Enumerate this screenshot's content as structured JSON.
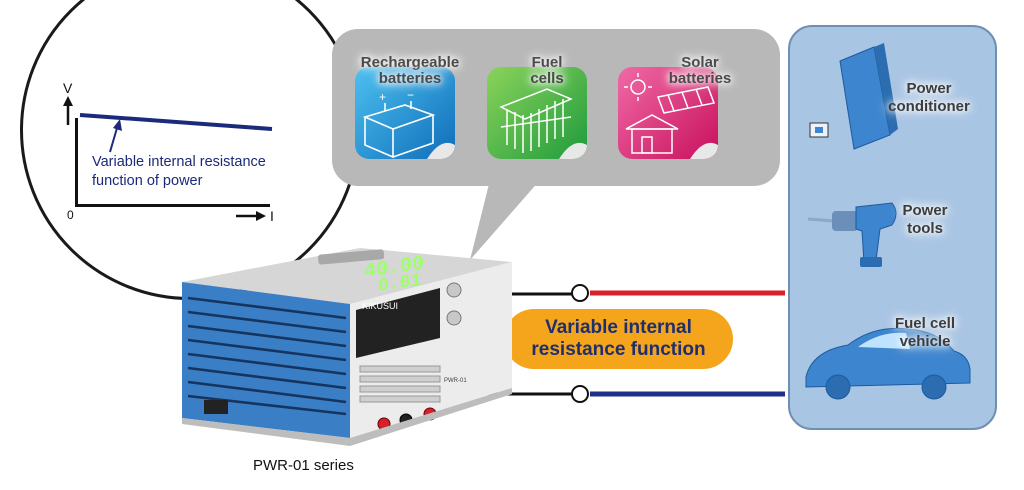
{
  "graph": {
    "y_axis_label": "V",
    "x_axis_label": "I",
    "origin_label": "0",
    "note_line1": "Variable internal resistance",
    "note_line2": "function of power"
  },
  "sources": [
    {
      "line1": "Rechargeable",
      "line2": "batteries",
      "icon": "battery-icon",
      "color": "#1a8fd6"
    },
    {
      "line1": "Fuel",
      "line2": "cells",
      "icon": "fuel-cell-icon",
      "color": "#43b54a"
    },
    {
      "line1": "Solar",
      "line2": "batteries",
      "icon": "solar-panel-icon",
      "color": "#d6206f"
    }
  ],
  "function_label": {
    "line1": "Variable internal",
    "line2": "resistance function"
  },
  "applications": [
    {
      "line1": "Power",
      "line2": "conditioner",
      "icon": "power-conditioner-icon"
    },
    {
      "line1": "Power",
      "line2": "tools",
      "icon": "power-drill-icon"
    },
    {
      "line1": "Fuel cell",
      "line2": "vehicle",
      "icon": "car-icon"
    }
  ],
  "device": {
    "voltage_display": "40.00",
    "current_display": "0.01",
    "caption": "PWR-01 series",
    "brand": "KIKUSUI",
    "model": "PWR-01"
  },
  "colors": {
    "positive_wire": "#d8202a",
    "negative_wire": "#1e2f8c",
    "pill": "#f4a51c",
    "panel": "#a9c5e4",
    "graph_line": "#1b2a7a"
  }
}
